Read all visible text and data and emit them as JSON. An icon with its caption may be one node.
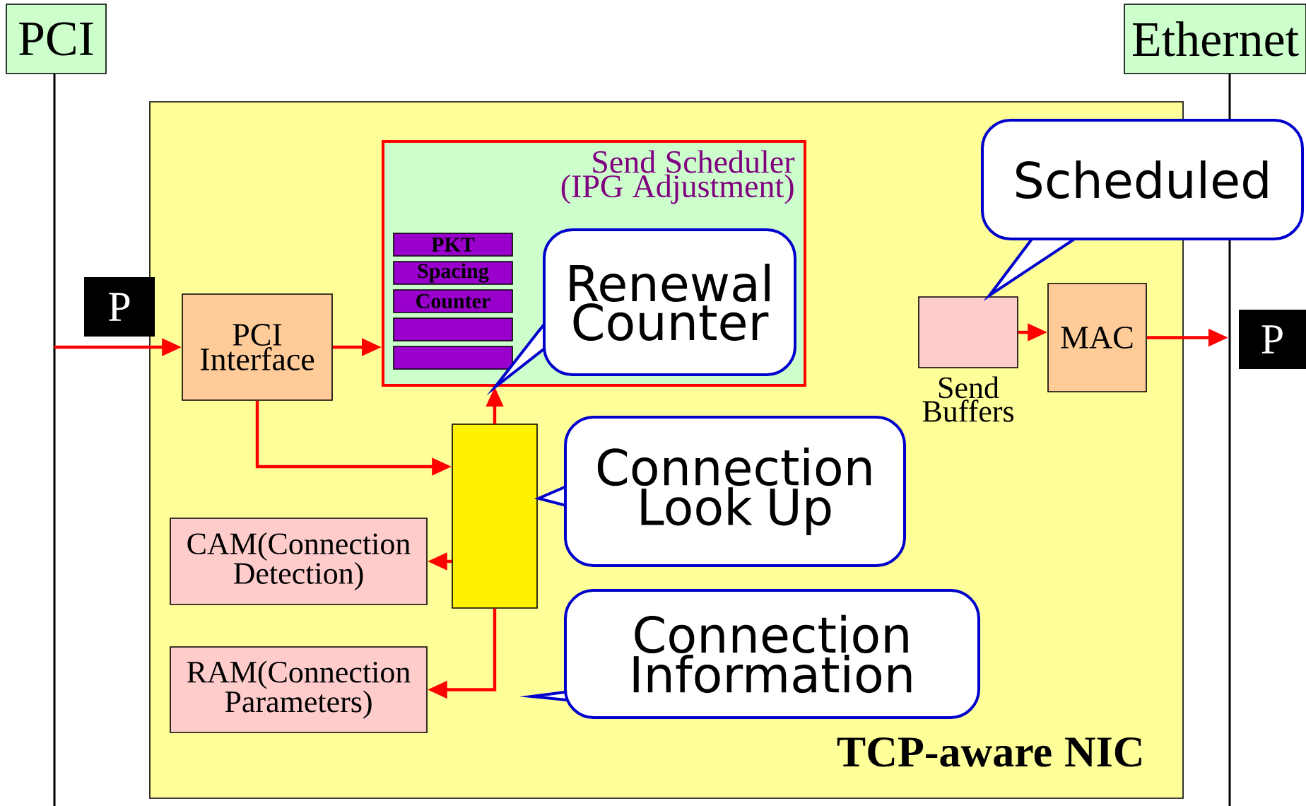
{
  "diagram": {
    "nodes": [
      {
        "text": [
          "PCI"
        ]
      },
      {
        "text": [
          "Ethernet"
        ]
      },
      {
        "text": [
          "TCP-aware NIC"
        ]
      },
      {
        "text": [
          "P"
        ]
      },
      {
        "text": [
          "PCI Interface"
        ],
        "in": 2
      },
      {
        "text": [
          "Send Scheduler (IPG Adjustment)"
        ],
        "in": 2
      },
      {
        "text": [
          "PKT"
        ],
        "in": 5
      },
      {
        "text": [
          "Spacing"
        ],
        "in": 5
      },
      {
        "text": [
          "Counter"
        ],
        "in": 5
      },
      {
        "text": [],
        "shape": "bar",
        "in": 5
      },
      {
        "text": [],
        "shape": "bar",
        "in": 5
      },
      {
        "text": [
          "Renewal Counter"
        ],
        "in": 5
      },
      {
        "text": [
          "Scheduled"
        ]
      },
      {
        "text": [
          "Send Buffers"
        ],
        "in": 2
      },
      {
        "text": [
          "MAC"
        ],
        "in": 2
      },
      {
        "text": [
          "P"
        ]
      },
      {
        "text": [],
        "shape": "box",
        "in": 2
      },
      {
        "text": [
          "Connection Look Up"
        ],
        "in": 2
      },
      {
        "text": [
          "CAM(Connection Detection)"
        ],
        "in": 2
      },
      {
        "text": [
          "RAM(Connection Parameters)"
        ],
        "in": 2
      },
      {
        "text": [
          "Connection Information"
        ],
        "in": 2
      }
    ],
    "edges": [
      {
        "from": null,
        "to": 4,
        "arrow": "to"
      },
      {
        "from": 4,
        "to": 5,
        "arrow": "to"
      },
      {
        "from": 4,
        "to": 16,
        "arrow": "to"
      },
      {
        "from": 16,
        "to": 5,
        "arrow": "to"
      },
      {
        "from": 16,
        "to": 18,
        "arrow": "to"
      },
      {
        "from": 16,
        "to": 19,
        "arrow": "to"
      },
      {
        "from": 13,
        "to": 14,
        "arrow": "to"
      },
      {
        "from": 14,
        "to": 15,
        "arrow": "to"
      }
    ]
  }
}
